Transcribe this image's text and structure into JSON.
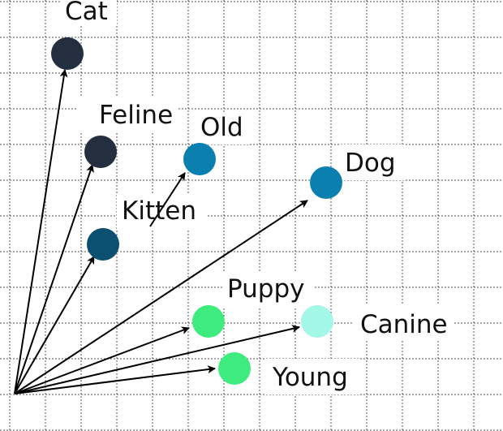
{
  "diagram": {
    "origin": [
      0,
      0
    ],
    "colors": {
      "dark": "#232f3e",
      "navy": "#0b4f71",
      "blue": "#0a7fb0",
      "green": "#3deb7f",
      "mint": "#a3f7e6",
      "arrow": "#000000"
    },
    "nodes": [
      {
        "id": "cat",
        "label": "Cat",
        "color": "#232f3e"
      },
      {
        "id": "feline",
        "label": "Feline",
        "color": "#232f3e"
      },
      {
        "id": "kitten",
        "label": "Kitten",
        "color": "#0b4f71"
      },
      {
        "id": "old",
        "label": "Old",
        "color": "#0a7fb0"
      },
      {
        "id": "dog",
        "label": "Dog",
        "color": "#0a7fb0"
      },
      {
        "id": "puppy",
        "label": "Puppy",
        "color": "#3deb7f"
      },
      {
        "id": "canine",
        "label": "Canine",
        "color": "#a3f7e6"
      },
      {
        "id": "young",
        "label": "Young",
        "color": "#3deb7f"
      }
    ]
  }
}
